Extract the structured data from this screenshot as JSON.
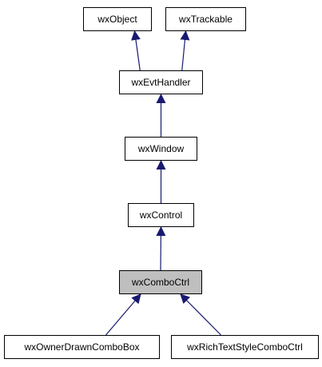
{
  "nodes": {
    "wxObject": "wxObject",
    "wxTrackable": "wxTrackable",
    "wxEvtHandler": "wxEvtHandler",
    "wxWindow": "wxWindow",
    "wxControl": "wxControl",
    "wxComboCtrl": "wxComboCtrl",
    "wxOwnerDrawnComboBox": "wxOwnerDrawnComboBox",
    "wxRichTextStyleComboCtrl": "wxRichTextStyleComboCtrl"
  },
  "current_node": "wxComboCtrl",
  "colors": {
    "edge": "#191970",
    "current_fill": "#bfbfbf",
    "border": "#000000"
  },
  "edges": [
    {
      "from": "wxEvtHandler",
      "to": "wxObject"
    },
    {
      "from": "wxEvtHandler",
      "to": "wxTrackable"
    },
    {
      "from": "wxWindow",
      "to": "wxEvtHandler"
    },
    {
      "from": "wxControl",
      "to": "wxWindow"
    },
    {
      "from": "wxComboCtrl",
      "to": "wxControl"
    },
    {
      "from": "wxOwnerDrawnComboBox",
      "to": "wxComboCtrl"
    },
    {
      "from": "wxRichTextStyleComboCtrl",
      "to": "wxComboCtrl"
    }
  ]
}
